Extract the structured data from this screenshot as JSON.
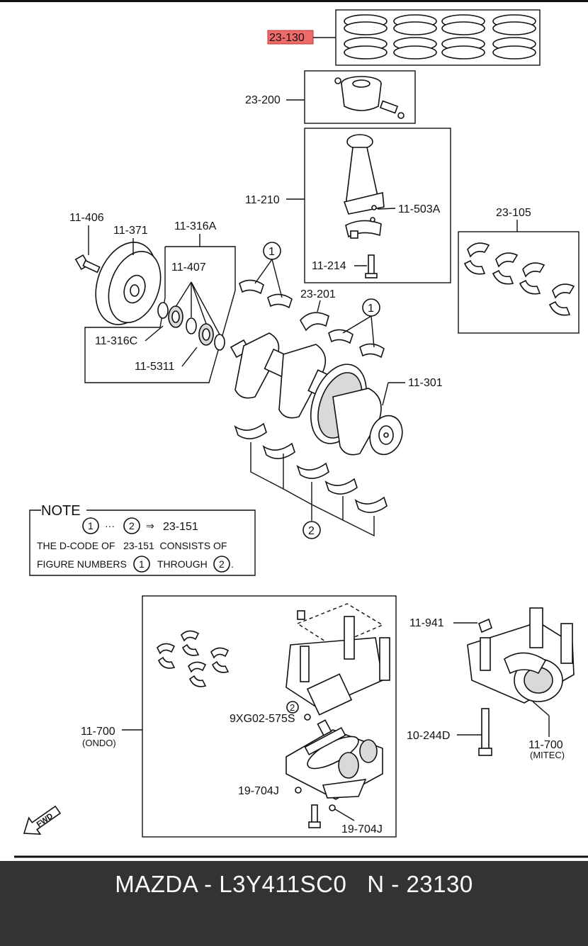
{
  "callouts": {
    "c23130": "23-130",
    "c23200": "23-200",
    "c11210": "11-210",
    "c11503a": "11-503A",
    "c11214": "11-214",
    "c23105": "23-105",
    "c11406": "11-406",
    "c11371": "11-371",
    "c11316a": "11-316A",
    "c11407": "11-407",
    "c11316c": "11-316C",
    "c115311": "11-5311",
    "c23201": "23-201",
    "c11301": "11-301",
    "c11941": "11-941",
    "c9xg02": "9XG02-575S",
    "c11700a": "11-700",
    "c11700a_sub": "(ONDO)",
    "c19704a": "19-704J",
    "c19704b": "19-704J",
    "c10244d": "10-244D",
    "c11700b": "11-700",
    "c11700b_sub": "(MITEC)",
    "circle1": "1",
    "circle2": "2",
    "fwd": "FWD"
  },
  "note": {
    "title": "NOTE",
    "line1_from": "1",
    "line1_dots": "···",
    "line1_to": "2",
    "line1_arrow": "⇒",
    "line1_ref": "23-151",
    "line2": "THE D-CODE OF   23-151  CONSISTS OF",
    "line3_a": "FIGURE NUMBERS",
    "line3_n1": "1",
    "line3_b": "THROUGH",
    "line3_n2": "2",
    "line3_end": "."
  },
  "highlight_color": "#f06a6a",
  "footer": {
    "text": "MAZDA - L3Y411SC0   N - 23130"
  }
}
